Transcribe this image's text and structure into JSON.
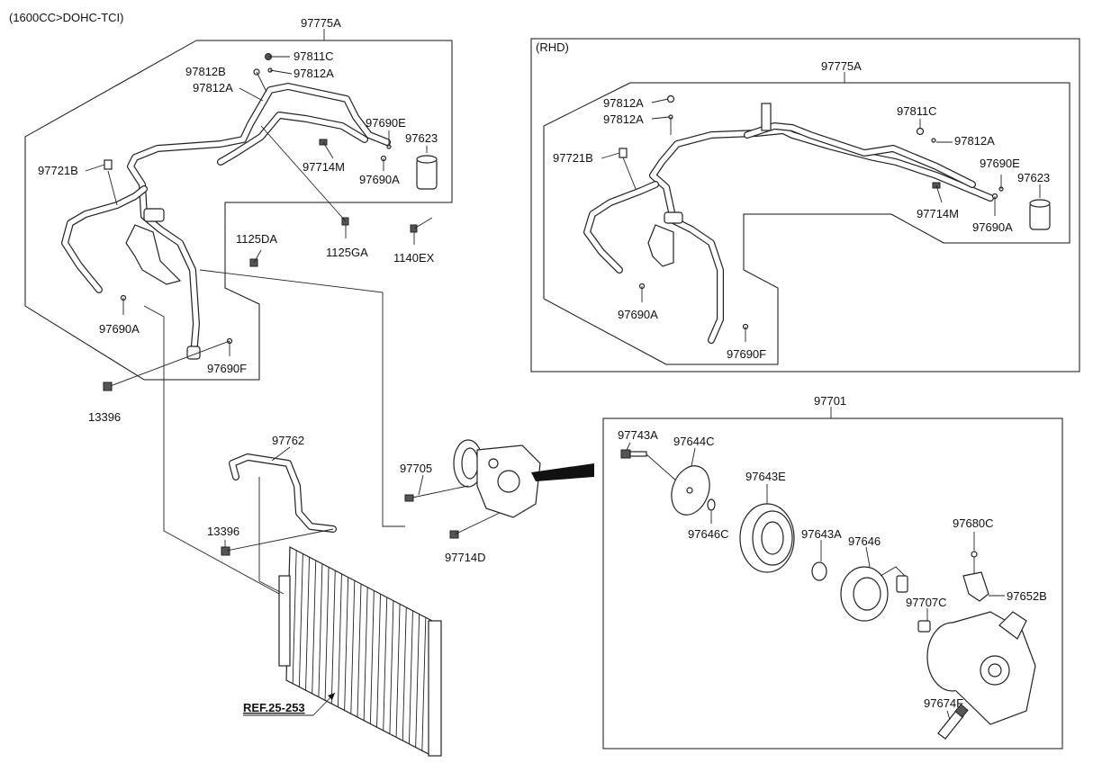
{
  "titles": {
    "main": "(1600CC>DOHC-TCI)",
    "rhd": "(RHD)",
    "ref": "REF.25-253"
  },
  "labels": {
    "l97775A_top": "97775A",
    "l97811C_top": "97811C",
    "l97812B_top": "97812B",
    "l97812A_top1": "97812A",
    "l97812A_top2": "97812A",
    "l97690E_top": "97690E",
    "l97623_top": "97623",
    "l97714M_top": "97714M",
    "l97690A_top1": "97690A",
    "l97721B_top": "97721B",
    "l1125DA": "1125DA",
    "l1125GA": "1125GA",
    "l1140EX": "1140EX",
    "l97690A_top2": "97690A",
    "l97690F_top": "97690F",
    "l13396_a": "13396",
    "l97762": "97762",
    "l97705": "97705",
    "l13396_b": "13396",
    "l97714D": "97714D",
    "l97775A_rhd": "97775A",
    "l97812A_rhd1": "97812A",
    "l97812A_rhd2": "97812A",
    "l97721B_rhd": "97721B",
    "l97811C_rhd": "97811C",
    "l97812A_rhd3": "97812A",
    "l97690E_rhd": "97690E",
    "l97623_rhd": "97623",
    "l97714M_rhd": "97714M",
    "l97690A_rhd1": "97690A",
    "l97690A_rhd2": "97690A",
    "l97690F_rhd": "97690F",
    "l97701": "97701",
    "l97743A": "97743A",
    "l97644C": "97644C",
    "l97643E": "97643E",
    "l97646C": "97646C",
    "l97643A": "97643A",
    "l97646": "97646",
    "l97680C": "97680C",
    "l97652B": "97652B",
    "l97707C": "97707C",
    "l97674F": "97674F"
  }
}
